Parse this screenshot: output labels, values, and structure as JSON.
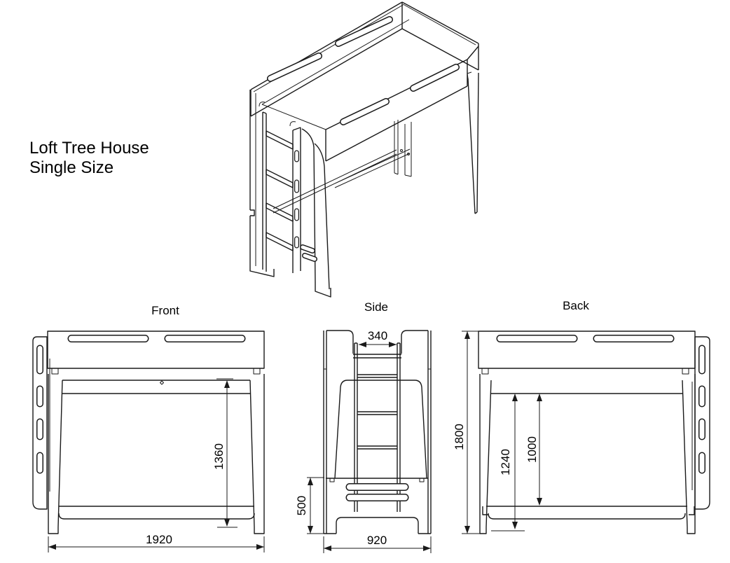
{
  "page": {
    "background_color": "#ffffff",
    "line_color": "#1a1a1a"
  },
  "title": {
    "line1": "Loft Tree House",
    "line2": "Single Size"
  },
  "views": {
    "front": {
      "label": "Front",
      "dims": {
        "overall_width": "1920",
        "platform_underside_height": "1360"
      }
    },
    "side": {
      "label": "Side",
      "dims": {
        "ladder_width": "340",
        "base_section_height": "500",
        "overall_depth": "920"
      }
    },
    "back": {
      "label": "Back",
      "dims": {
        "overall_height": "1800",
        "platform_height": "1240",
        "rail_clearance": "1000"
      }
    }
  }
}
